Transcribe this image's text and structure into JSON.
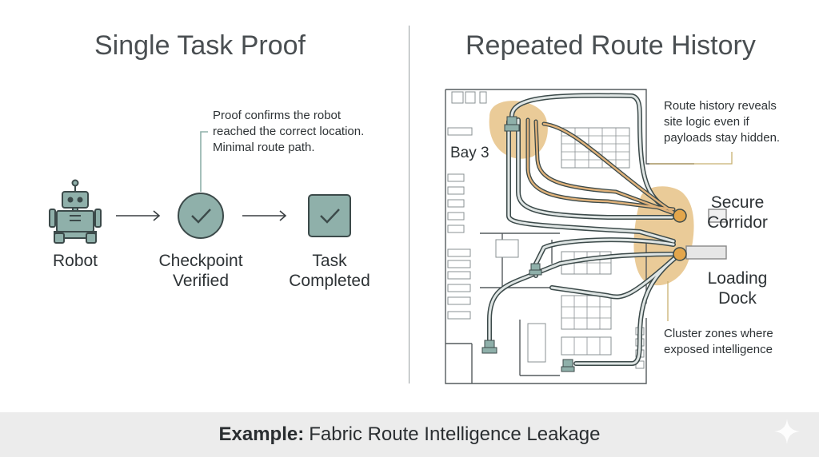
{
  "left_panel": {
    "title": "Single Task Proof",
    "robot_label": "Robot",
    "checkpoint_label_line1": "Checkpoint",
    "checkpoint_label_line2": "Verified",
    "task_label_line1": "Task",
    "task_label_line2": "Completed",
    "proof_note_line1": "Proof confirms the robot",
    "proof_note_line2": "reached the correct location.",
    "proof_note_line3": "Minimal route path."
  },
  "right_panel": {
    "title": "Repeated Route History",
    "bay_label": "Bay 3",
    "secure_label_line1": "Secure",
    "secure_label_line2": "Corridor",
    "loading_label_line1": "Loading",
    "loading_label_line2": "Dock",
    "route_note_line1": "Route history reveals",
    "route_note_line2": "site logic even if",
    "route_note_line3": "payloads stay hidden.",
    "cluster_note_line1": "Cluster zones where",
    "cluster_note_line2": "exposed intelligence"
  },
  "footer": {
    "prefix": "Example:",
    "text": "Fabric Route Intelligence Leakage"
  },
  "colors": {
    "teal_fill": "#8fb0aa",
    "teal_stroke": "#3c4a4a",
    "heat_fill": "#e8c58d",
    "route_orange": "#e0b27a",
    "leader_olive": "#c8b070"
  },
  "icons": [
    "robot-icon",
    "check-circle-icon",
    "check-square-icon",
    "arrow-right-icon",
    "sparkle-icon"
  ]
}
